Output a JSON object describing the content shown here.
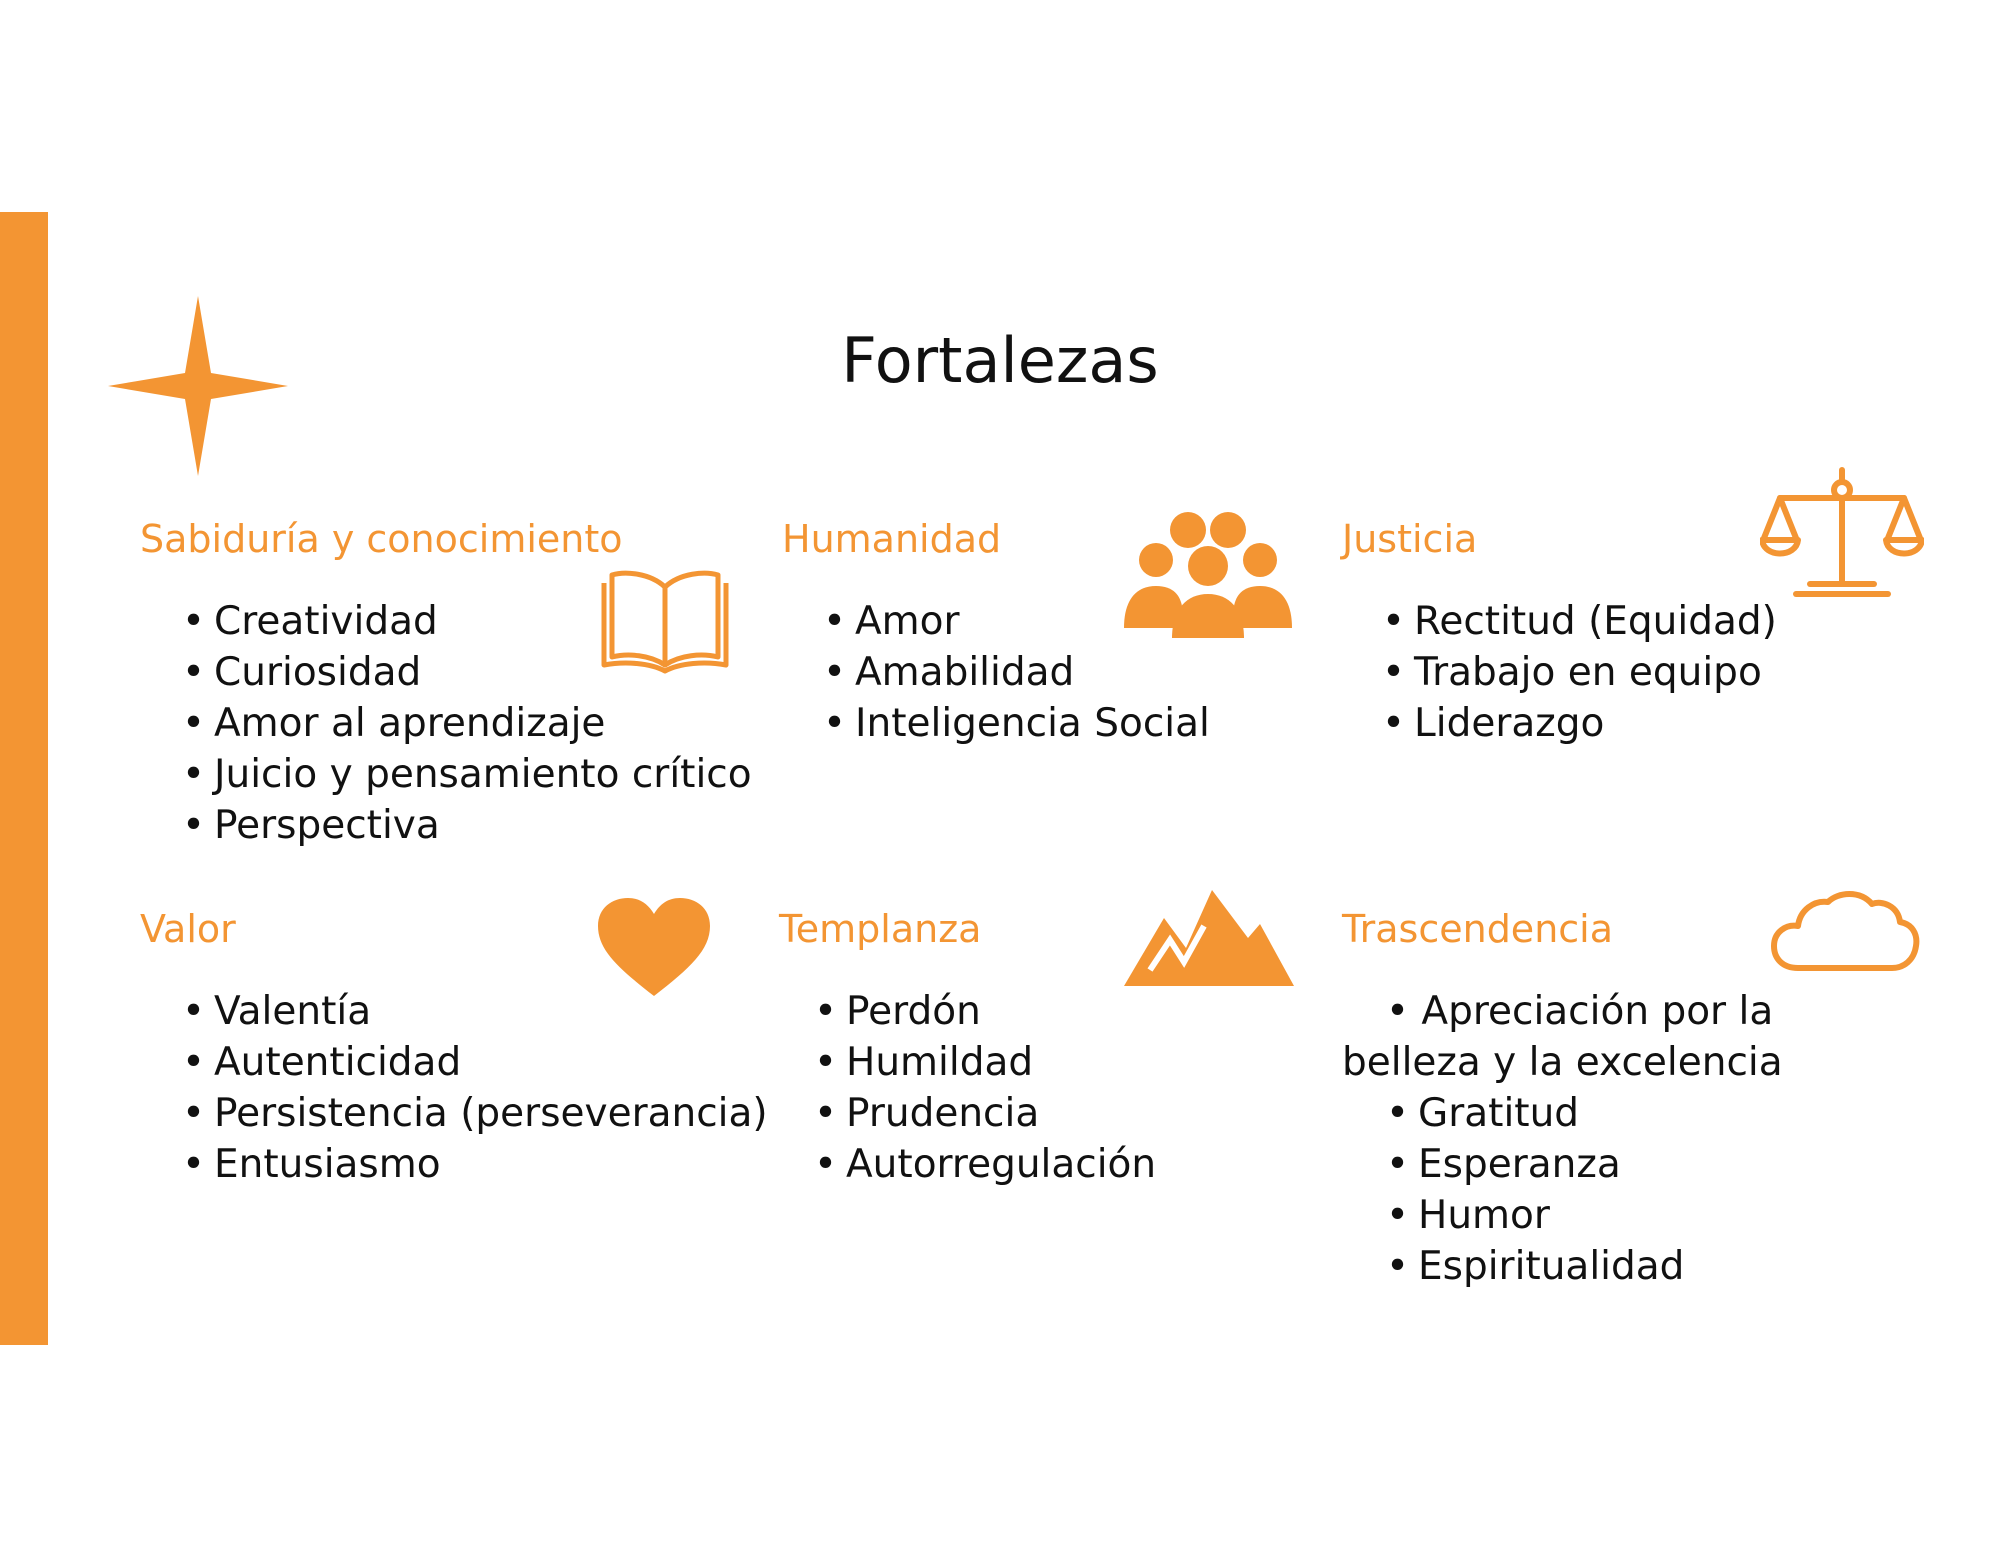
{
  "title": "Fortalezas",
  "colors": {
    "accent": "#F39533",
    "text": "#111111"
  },
  "categories": [
    {
      "title": "Sabiduría y conocimiento",
      "icon": "book-icon",
      "items": [
        "Creatividad",
        "Curiosidad",
        "Amor al aprendizaje",
        "Juicio y pensamiento crítico",
        "Perspectiva"
      ]
    },
    {
      "title": "Humanidad",
      "icon": "people-group-icon",
      "items": [
        "Amor",
        "Amabilidad",
        "Inteligencia Social"
      ]
    },
    {
      "title": "Justicia",
      "icon": "scales-icon",
      "items": [
        "Rectitud (Equidad)",
        "Trabajo en equipo",
        "Liderazgo"
      ]
    },
    {
      "title": "Valor",
      "icon": "heart-icon",
      "items": [
        "Valentía",
        "Autenticidad",
        "Persistencia (perseverancia)",
        "Entusiasmo"
      ]
    },
    {
      "title": "Templanza",
      "icon": "mountain-icon",
      "items": [
        "Perdón",
        "Humildad",
        "Prudencia",
        "Autorregulación"
      ]
    },
    {
      "title": "Trascendencia",
      "icon": "cloud-icon",
      "first_item_line1": "• Apreciación por la",
      "first_item_line2": "belleza y la excelencia",
      "items": [
        "Gratitud",
        "Esperanza",
        "Humor",
        "Espiritualidad"
      ]
    }
  ]
}
